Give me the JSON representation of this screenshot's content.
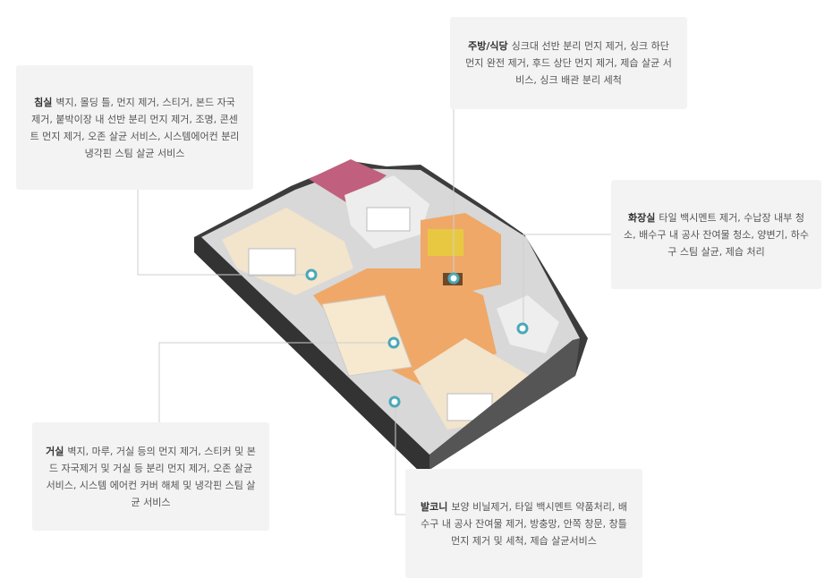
{
  "callouts": {
    "bedroom": {
      "title": "침실",
      "text": "벽지, 몰딩 틀, 먼지 제거, 스티거, 본드 자국 제거, 붙박이장 내 선반 분리 먼지 제거, 조명, 콘센트 먼지 제거, 오존 살균 서비스, 시스템에어컨 분리 냉각핀 스팀 살균 서비스"
    },
    "kitchen": {
      "title": "주방/식당",
      "text": "싱크대 선반 분리 먼지 제거, 싱크 하단 먼지 완전 제거, 후드 상단 먼지 제거, 제습 살균 서비스, 싱크 배관 분리 세척"
    },
    "bathroom": {
      "title": "화장실",
      "text": "타일 백시멘트 제거, 수납장 내부 청소, 배수구 내 공사 잔여물 청소, 양변기, 하수구 스팀 살균, 제습 처리"
    },
    "living": {
      "title": "거실",
      "text": "벽지, 마루, 거실 등의 먼지 제거, 스티커 및 본드 자국제거 및 거실 등 분리 먼지 제거, 오존 살균서비스, 시스템 에어컨 커버 해체 및 냉각핀 스팀 살균 서비스"
    },
    "balcony": {
      "title": "발코니",
      "text": "보양 비닐제거, 타일 백시멘트 약품처리, 배수구 내 공사 잔여물 제거, 방충망, 안쪽 창문, 창틀 먼지 제거 및 세척, 제습 살균서비스"
    }
  },
  "colors": {
    "marker": "#4aa8b8",
    "floor": "#f0a868",
    "wall": "#4a4a4a",
    "callout_bg": "#f3f3f3"
  }
}
